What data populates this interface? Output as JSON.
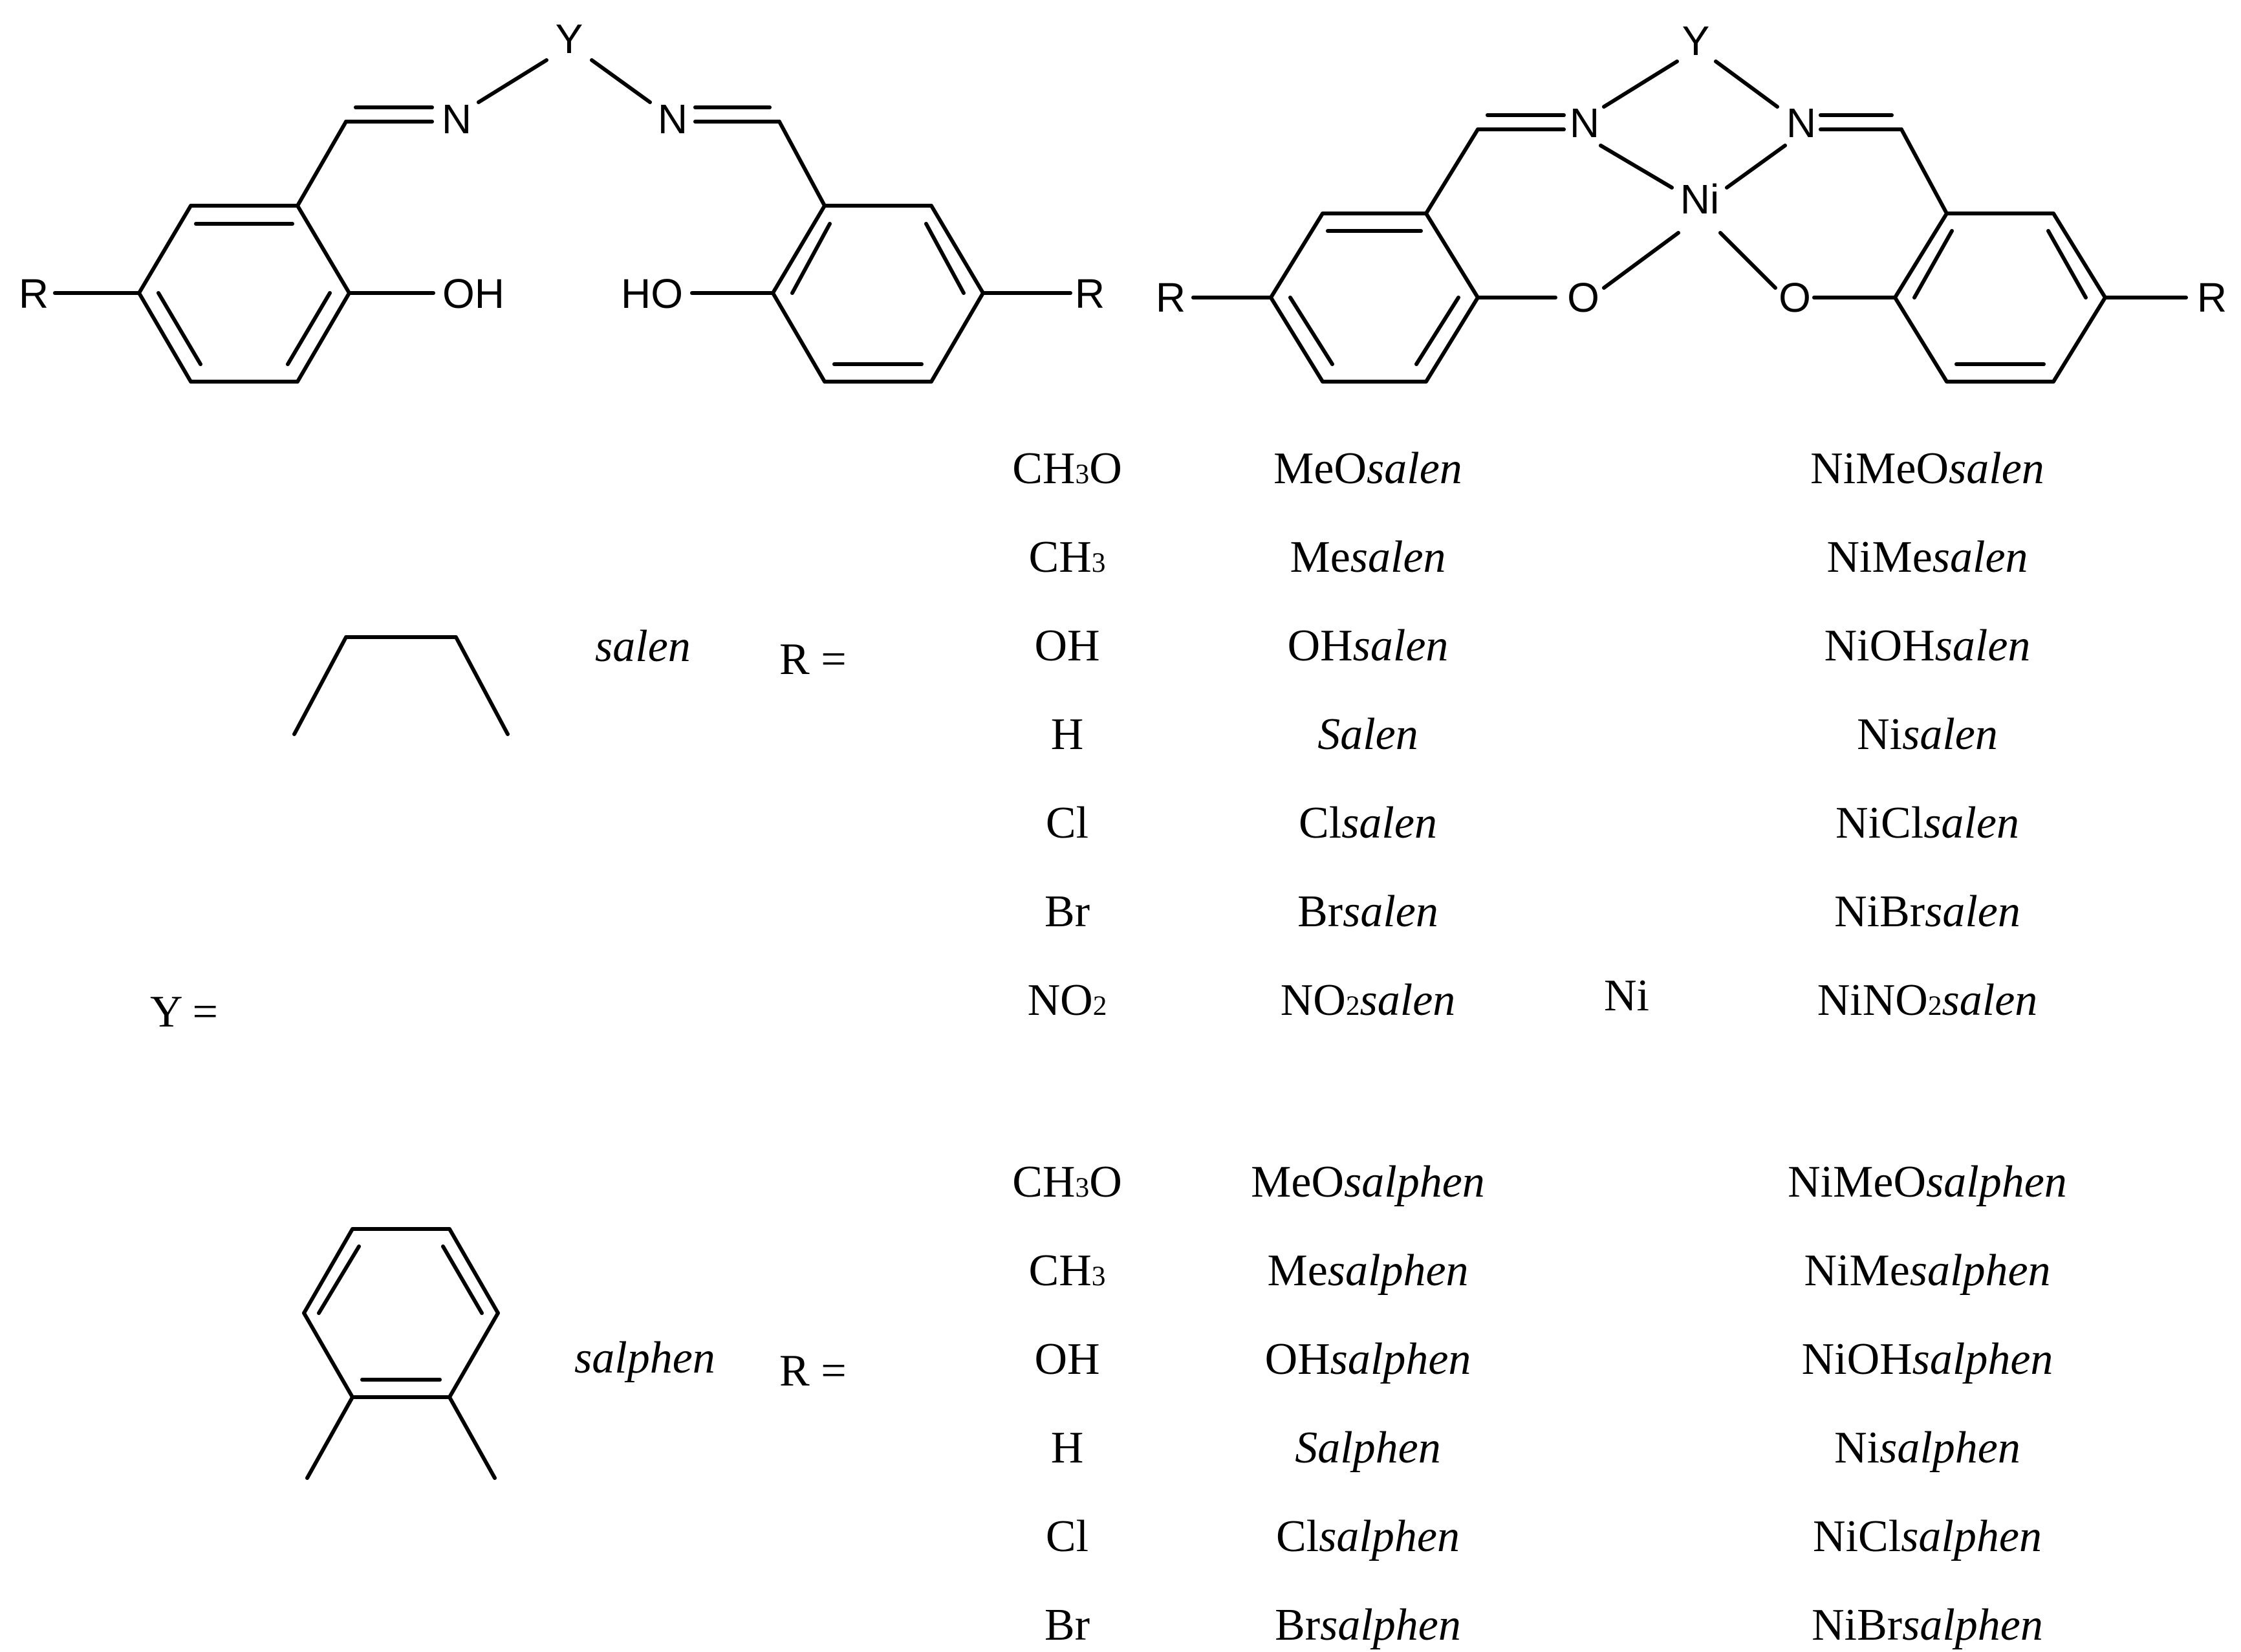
{
  "structures": {
    "ligand": {
      "Y": "Y",
      "N_left": "N",
      "N_right": "N",
      "OH_left": "OH",
      "OH_right": "HO",
      "R_left": "R",
      "R_right": "R"
    },
    "complex": {
      "Y": "Y",
      "N_left": "N",
      "N_right": "N",
      "metal": "Ni",
      "O_left": "O",
      "O_right": "O",
      "R_left": "R",
      "R_right": "R"
    }
  },
  "labels": {
    "y_equals": "Y =",
    "r_equals": "R =",
    "metal": "Ni"
  },
  "groups": [
    {
      "name": "salen",
      "rows": [
        {
          "r_main": "CH",
          "r_sub": "3",
          "r_tail": "O",
          "l_pre": "MeO",
          "l_sub": "",
          "l_ital": "salen",
          "c_pre": "NiMeO",
          "c_sub": "",
          "c_ital": "salen"
        },
        {
          "r_main": "CH",
          "r_sub": "3",
          "r_tail": "",
          "l_pre": "Me",
          "l_sub": "",
          "l_ital": "salen",
          "c_pre": "NiMe",
          "c_sub": "",
          "c_ital": "salen"
        },
        {
          "r_main": "OH",
          "r_sub": "",
          "r_tail": "",
          "l_pre": "OH",
          "l_sub": "",
          "l_ital": "salen",
          "c_pre": "NiOH",
          "c_sub": "",
          "c_ital": "salen"
        },
        {
          "r_main": "H",
          "r_sub": "",
          "r_tail": "",
          "l_pre": "",
          "l_sub": "",
          "l_ital": "Salen",
          "c_pre": "Ni",
          "c_sub": "",
          "c_ital": "salen"
        },
        {
          "r_main": "Cl",
          "r_sub": "",
          "r_tail": "",
          "l_pre": "Cl",
          "l_sub": "",
          "l_ital": "salen",
          "c_pre": "NiCl",
          "c_sub": "",
          "c_ital": "salen"
        },
        {
          "r_main": "Br",
          "r_sub": "",
          "r_tail": "",
          "l_pre": "Br",
          "l_sub": "",
          "l_ital": "salen",
          "c_pre": "NiBr",
          "c_sub": "",
          "c_ital": "salen"
        },
        {
          "r_main": "NO",
          "r_sub": "2",
          "r_tail": "",
          "l_pre": "NO",
          "l_sub": "2",
          "l_ital": "salen",
          "c_pre": "NiNO",
          "c_sub": "2",
          "c_ital": "salen"
        }
      ]
    },
    {
      "name": "salphen",
      "rows": [
        {
          "r_main": "CH",
          "r_sub": "3",
          "r_tail": "O",
          "l_pre": "MeO",
          "l_sub": "",
          "l_ital": "salphen",
          "c_pre": "NiMeO",
          "c_sub": "",
          "c_ital": "salphen"
        },
        {
          "r_main": "CH",
          "r_sub": "3",
          "r_tail": "",
          "l_pre": "Me",
          "l_sub": "",
          "l_ital": "salphen",
          "c_pre": "NiMe",
          "c_sub": "",
          "c_ital": "salphen"
        },
        {
          "r_main": "OH",
          "r_sub": "",
          "r_tail": "",
          "l_pre": "OH",
          "l_sub": "",
          "l_ital": "salphen",
          "c_pre": "NiOH",
          "c_sub": "",
          "c_ital": "salphen"
        },
        {
          "r_main": "H",
          "r_sub": "",
          "r_tail": "",
          "l_pre": "",
          "l_sub": "",
          "l_ital": "Salphen",
          "c_pre": "Ni",
          "c_sub": "",
          "c_ital": "salphen"
        },
        {
          "r_main": "Cl",
          "r_sub": "",
          "r_tail": "",
          "l_pre": "Cl",
          "l_sub": "",
          "l_ital": "salphen",
          "c_pre": "NiCl",
          "c_sub": "",
          "c_ital": "salphen"
        },
        {
          "r_main": "Br",
          "r_sub": "",
          "r_tail": "",
          "l_pre": "Br",
          "l_sub": "",
          "l_ital": "salphen",
          "c_pre": "NiBr",
          "c_sub": "",
          "c_ital": "salphen"
        }
      ]
    }
  ]
}
